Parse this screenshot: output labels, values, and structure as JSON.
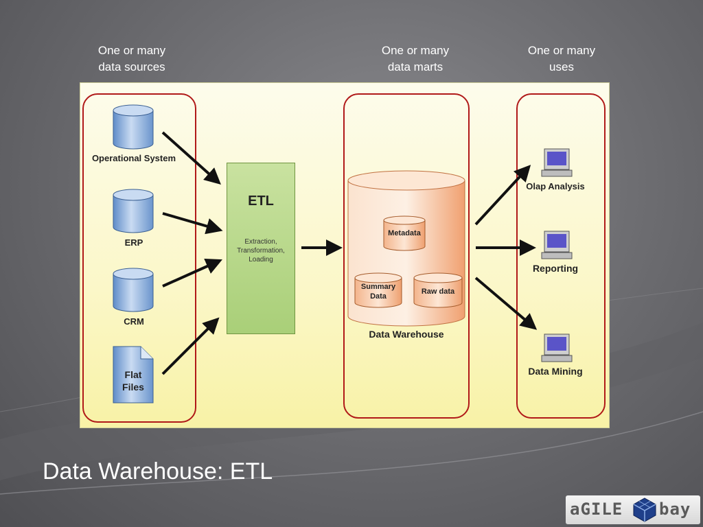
{
  "header": {
    "sources_label": [
      "One or many",
      "data sources"
    ],
    "marts_label": [
      "One or many",
      "data marts"
    ],
    "uses_label": [
      "One or many",
      "uses"
    ]
  },
  "sources": {
    "operational": "Operational System",
    "erp": "ERP",
    "crm": "CRM",
    "flat_files": [
      "Flat",
      "Files"
    ]
  },
  "etl": {
    "title": "ETL",
    "description": [
      "Extraction,",
      "Transformation,",
      "Loading"
    ]
  },
  "warehouse": {
    "label": "Data Warehouse",
    "metadata": "Metadata",
    "summary": [
      "Summary",
      "Data"
    ],
    "raw": "Raw data"
  },
  "uses": {
    "olap": "Olap Analysis",
    "reporting": "Reporting",
    "mining": "Data Mining"
  },
  "title": "Data Warehouse: ETL",
  "logo": {
    "left": "aGILE",
    "right": "bay"
  },
  "colors": {
    "box_border": "#b01818",
    "cylinder_blue": "#7fa6d6",
    "etl_green": "#a9cf78",
    "warehouse_orange": "#f2a37a"
  }
}
